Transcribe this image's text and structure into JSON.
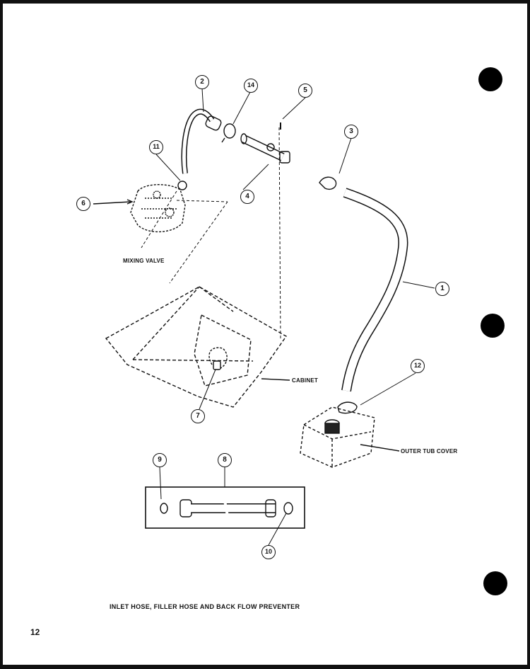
{
  "callouts": {
    "c1": "1",
    "c2": "2",
    "c3": "3",
    "c4": "4",
    "c5": "5",
    "c6": "6",
    "c7": "7",
    "c8": "8",
    "c9": "9",
    "c10": "10",
    "c11": "11",
    "c12": "12",
    "c14": "14"
  },
  "labels": {
    "mixing_valve": "MIXING VALVE",
    "cabinet": "CABINET",
    "outer_tub_cover": "OUTER TUB COVER"
  },
  "caption": "INLET HOSE, FILLER HOSE AND BACK FLOW PREVENTER",
  "page_number": "12"
}
